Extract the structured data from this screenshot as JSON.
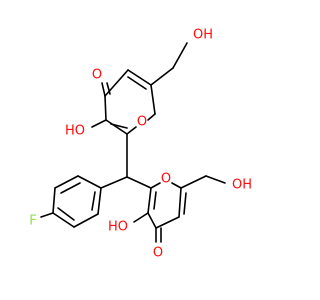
{
  "colors": {
    "background": "#ffffff",
    "bond": "#000000",
    "oxygen": "#ff0d0d",
    "fluorine": "#90e050"
  },
  "atoms": {
    "top_ring_ketone_o": "O",
    "top_ring_oh": "HO",
    "top_ring_o": "O",
    "top_ch2oh": "OH",
    "bottom_ring_o": "O",
    "bottom_ch2oh": "OH",
    "bottom_ring_oh": "HO",
    "bottom_ring_ketone_o": "O",
    "fluorine": "F"
  }
}
